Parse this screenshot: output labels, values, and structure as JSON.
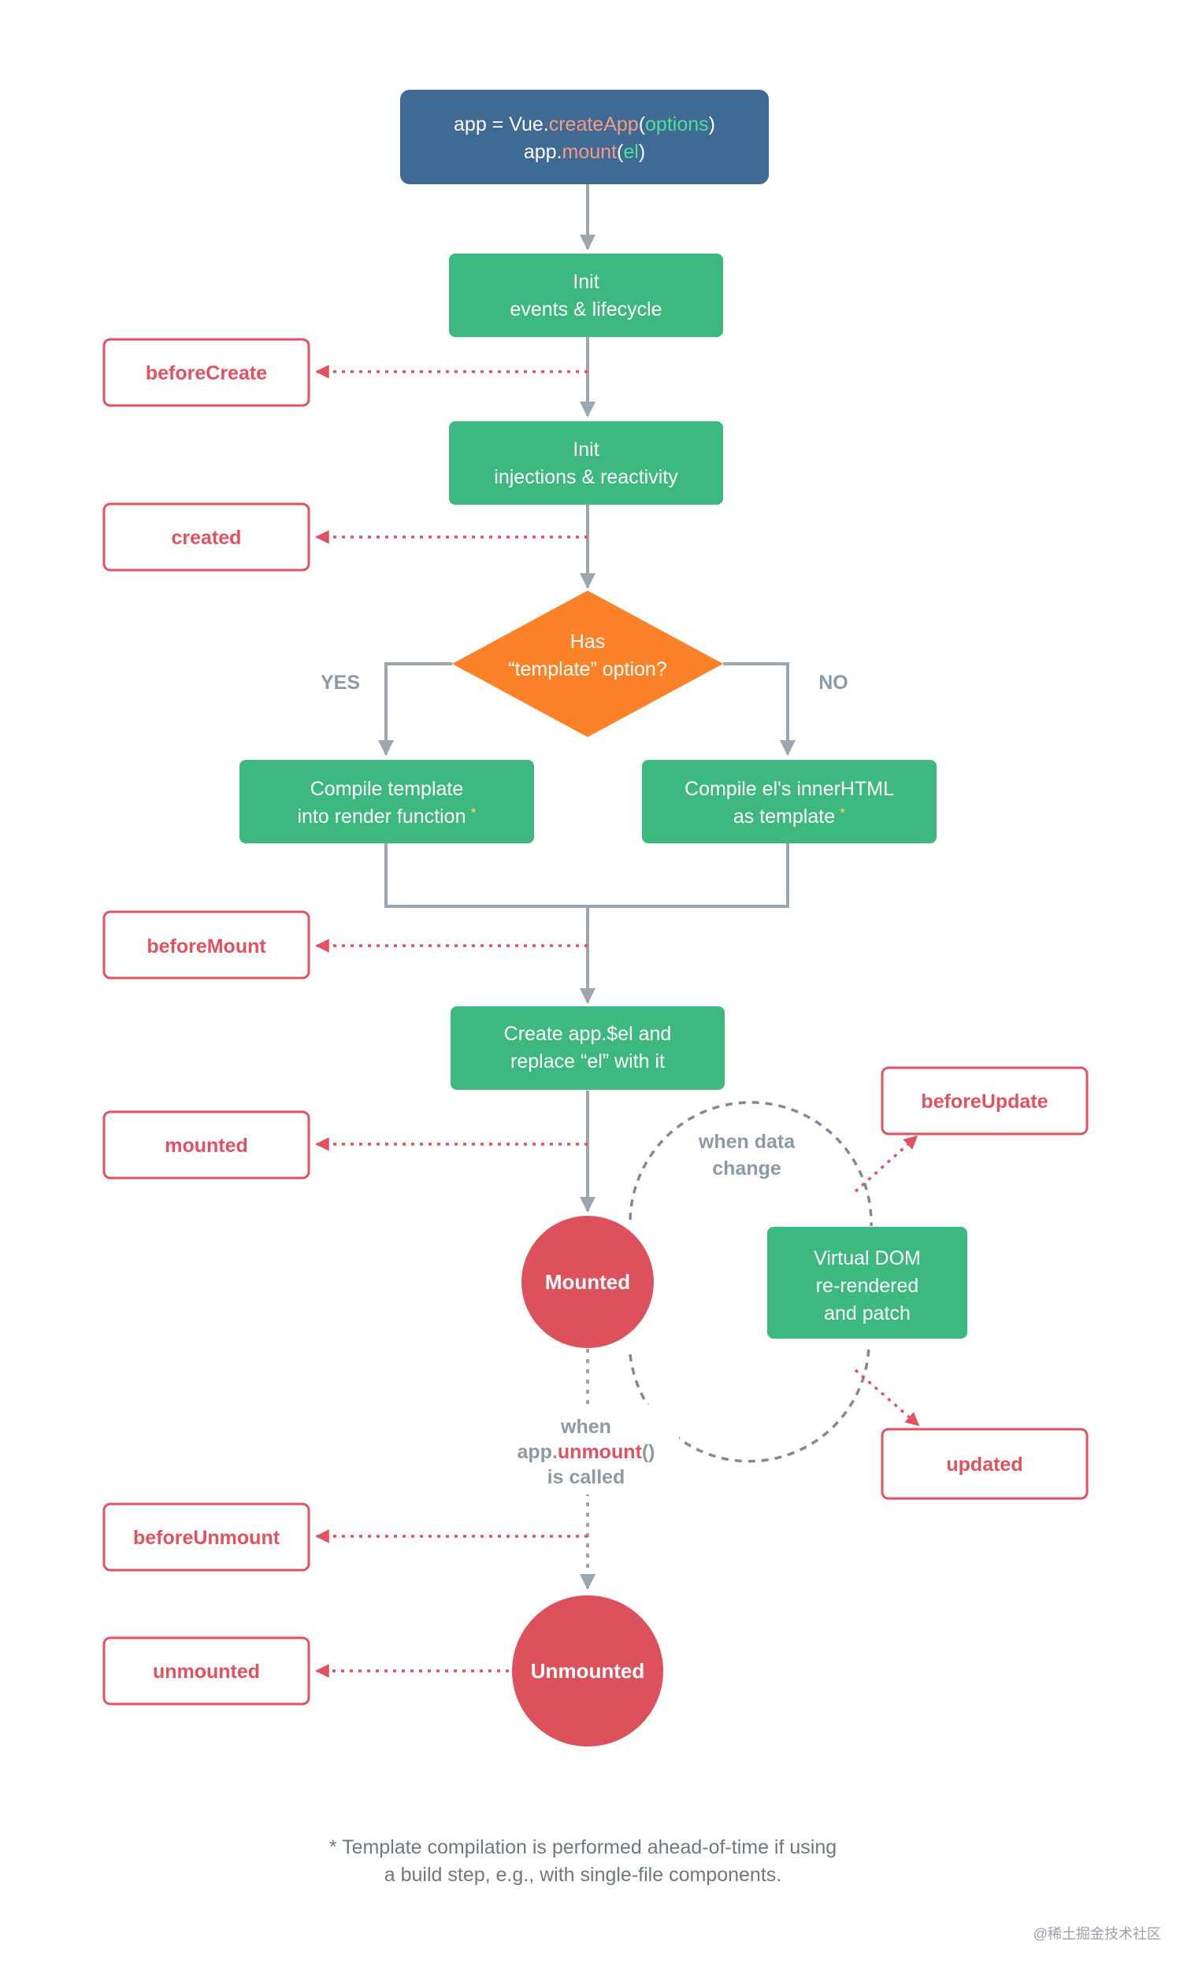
{
  "colors": {
    "blue_box": "#3e6a93",
    "green_box": "#3db87f",
    "orange_diamond": "#fb8228",
    "red_hook": "#e05260",
    "red_circle": "#dc515c",
    "grey_line": "#9ba6af",
    "accent_salmon": "#f79b86",
    "accent_green": "#4fdf9d",
    "asterisk_yellow": "#f7d752"
  },
  "start": {
    "line1": {
      "a": "app = Vue.",
      "b": "createApp",
      "c": "(",
      "d": "options",
      "e": ")"
    },
    "line2": {
      "a": "app.",
      "b": "mount",
      "c": "(",
      "d": "el",
      "e": ")"
    }
  },
  "init_events": {
    "line1": "Init",
    "line2": "events & lifecycle"
  },
  "init_injections": {
    "line1": "Init",
    "line2": "injections & reactivity"
  },
  "decision": {
    "line1": "Has",
    "line2": "“template” option?",
    "yes": "YES",
    "no": "NO"
  },
  "compile_template": {
    "line1": "Compile template",
    "line2": "into render function",
    "asterisk": "*"
  },
  "compile_el": {
    "line1": "Compile el's innerHTML",
    "line2": "as template",
    "asterisk": "*"
  },
  "create_el": {
    "line1": "Create app.$el and",
    "line2": "replace “el” with it"
  },
  "hooks": {
    "before_create": "beforeCreate",
    "created": "created",
    "before_mount": "beforeMount",
    "mounted": "mounted",
    "before_update": "beforeUpdate",
    "updated": "updated",
    "before_unmount": "beforeUnmount",
    "unmounted": "unmounted"
  },
  "mounted_state": "Mounted",
  "unmounted_state": "Unmounted",
  "data_change": {
    "line1": "when data",
    "line2": "change"
  },
  "virtual_dom": {
    "line1": "Virtual DOM",
    "line2": "re-rendered",
    "line3": "and patch"
  },
  "unmount_call": {
    "line1": "when",
    "line2a": "app.",
    "line2b": "unmount",
    "line2c": "()",
    "line3": "is called"
  },
  "footnote": {
    "line1": "* Template compilation is performed ahead-of-time if using",
    "line2": "a build step, e.g., with single-file components."
  },
  "watermark": "@稀土掘金技术社区"
}
